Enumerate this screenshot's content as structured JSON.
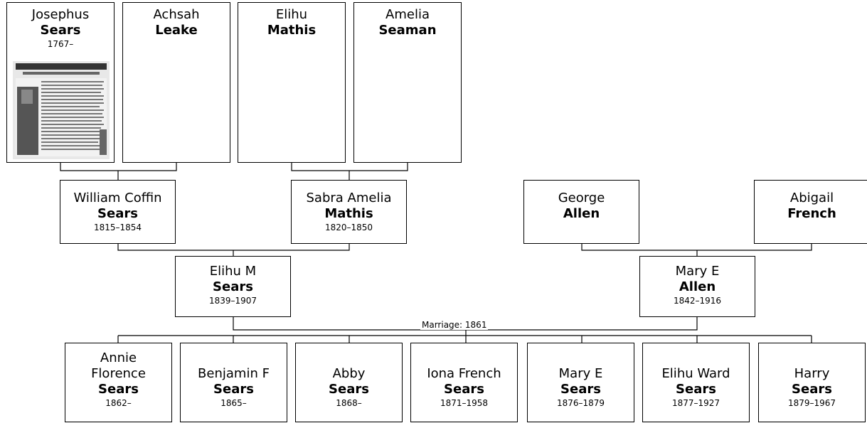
{
  "people": {
    "josephus": {
      "given": "Josephus",
      "surname": "Sears",
      "dates": "1767–"
    },
    "achsah": {
      "given": "Achsah",
      "surname": "Leake",
      "dates": ""
    },
    "elihu_mathis": {
      "given": "Elihu",
      "surname": "Mathis",
      "dates": ""
    },
    "amelia": {
      "given": "Amelia",
      "surname": "Seaman",
      "dates": ""
    },
    "william": {
      "given": "William Coffin",
      "surname": "Sears",
      "dates": "1815–1854"
    },
    "sabra": {
      "given": "Sabra Amelia",
      "surname": "Mathis",
      "dates": "1820–1850"
    },
    "george": {
      "given": "George",
      "surname": "Allen",
      "dates": ""
    },
    "abigail": {
      "given": "Abigail",
      "surname": "French",
      "dates": ""
    },
    "elihu_m": {
      "given": "Elihu M",
      "surname": "Sears",
      "dates": "1839–1907"
    },
    "mary_allen": {
      "given": "Mary E",
      "surname": "Allen",
      "dates": "1842–1916"
    },
    "annie": {
      "given": "Annie Florence",
      "surname": "Sears",
      "dates": "1862–"
    },
    "benjamin": {
      "given": "Benjamin F",
      "surname": "Sears",
      "dates": "1865–"
    },
    "abby": {
      "given": "Abby",
      "surname": "Sears",
      "dates": "1868–"
    },
    "iona": {
      "given": "Iona French",
      "surname": "Sears",
      "dates": "1871–1958"
    },
    "mary_sears": {
      "given": "Mary E",
      "surname": "Sears",
      "dates": "1876–1879"
    },
    "elihu_ward": {
      "given": "Elihu Ward",
      "surname": "Sears",
      "dates": "1877–1927"
    },
    "harry": {
      "given": "Harry",
      "surname": "Sears",
      "dates": "1879–1967"
    }
  },
  "marriage_label": "Marriage: 1861",
  "line_color": "#000000"
}
